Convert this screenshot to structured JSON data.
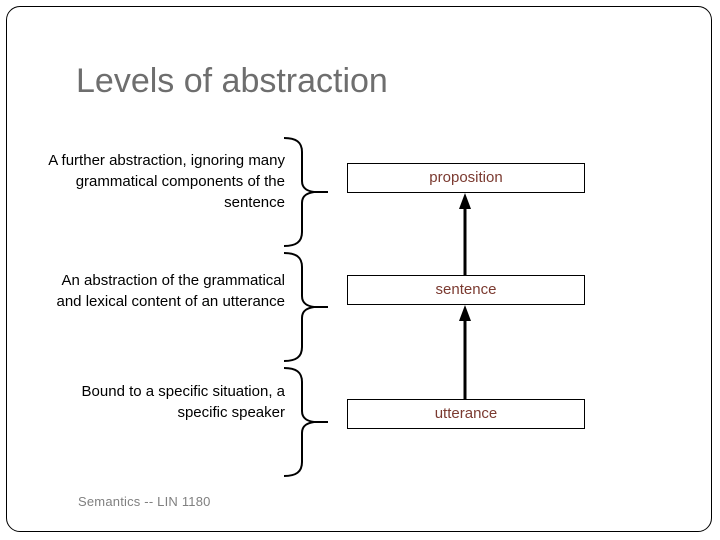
{
  "slide": {
    "title": "Levels of abstraction",
    "footer": "Semantics -- LIN 1180",
    "title_color": "#6e6e6e",
    "label_color": "#7b3a30",
    "footer_color": "#808080",
    "border_color": "#000000",
    "background": "#ffffff"
  },
  "levels": [
    {
      "description": "A further abstraction, ignoring many grammatical components of the sentence",
      "label": "proposition"
    },
    {
      "description": "An abstraction of the grammatical and lexical content of an utterance",
      "label": "sentence"
    },
    {
      "description": "Bound to a specific situation, a specific speaker",
      "label": "utterance"
    }
  ],
  "connectors": {
    "brace_icon": "curly-brace-right-icon",
    "arrow_icon": "arrow-up-icon",
    "arrows": [
      {
        "from": "sentence",
        "to": "proposition"
      },
      {
        "from": "utterance",
        "to": "sentence"
      }
    ]
  }
}
